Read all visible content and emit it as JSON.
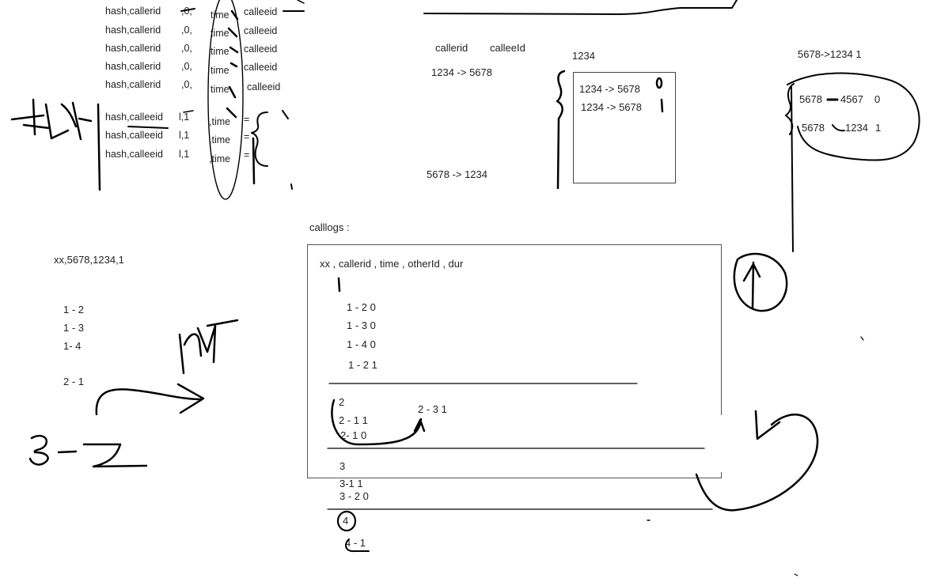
{
  "top_left_list": {
    "caller_rows": [
      {
        "key": "hash,callerid",
        "flag": ",0,",
        "time": "time",
        "peer": "calleeid"
      },
      {
        "key": "hash,callerid",
        "flag": ",0,",
        "time": "time",
        "peer": "calleeid"
      },
      {
        "key": "hash,callerid",
        "flag": ",0,",
        "time": "time",
        "peer": "calleeid"
      },
      {
        "key": "hash,callerid",
        "flag": ",0,",
        "time": "time",
        "peer": "calleeid"
      },
      {
        "key": "hash,callerid",
        "flag": ",0,",
        "time": "time",
        "peer": "calleeid"
      }
    ],
    "callee_rows": [
      {
        "key": "hash,calleeid",
        "flag": "l,1",
        "time": ",time",
        "eq": "="
      },
      {
        "key": "hash,calleeid",
        "flag": "l,1",
        "time": ",time",
        "eq": "="
      },
      {
        "key": "hash,calleeid",
        "flag": "l,1",
        "time": ",time",
        "eq": "="
      }
    ]
  },
  "top_center": {
    "headers": [
      "callerid",
      "calleeId"
    ],
    "row_1": "1234 -> 5678",
    "row_2": "5678 -> 1234",
    "box_title": "1234",
    "box_rows": [
      "1234 -> 5678",
      "1234 -> 5678"
    ]
  },
  "top_right": {
    "title": "5678->1234 1",
    "rows": [
      {
        "from": "5678",
        "to": "4567",
        "flag": "0"
      },
      {
        "from": "5678",
        "to": "1234",
        "flag": "1"
      }
    ]
  },
  "left_middle": {
    "record": "xx,5678,1234,1",
    "pairs": [
      "1 - 2",
      "1 - 3",
      "1- 4"
    ],
    "pair_b": "2 - 1"
  },
  "calllogs": {
    "label": "calllogs :",
    "schema": "xx , callerid , time , otherId , dur",
    "group_1": [
      "1 - 2 0",
      "1 - 3 0",
      "1 - 4 0",
      "1 - 2 1"
    ],
    "group_2_head": "2",
    "group_2": [
      "2 - 1 1",
      "2- 1 0"
    ],
    "group_2_side": "2 - 3 1",
    "group_3_head": "3",
    "group_3": [
      "3-1 1",
      "3 - 2 0"
    ],
    "group_4_head": "4",
    "group_4": [
      "4 - 1"
    ]
  },
  "ink_color": "#000000"
}
